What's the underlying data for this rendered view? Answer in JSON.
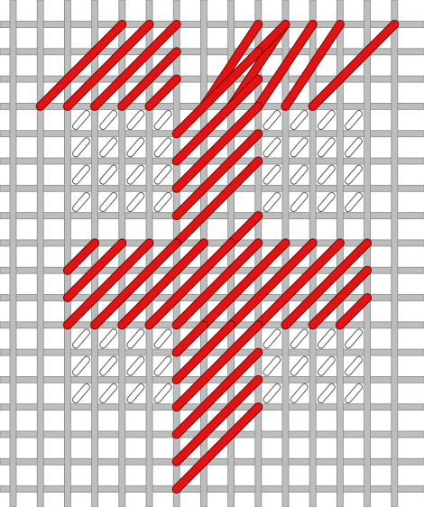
{
  "canvas": {
    "background": "#ffffff"
  },
  "canvas_mesh": {
    "thread_color": "#bdbdbd",
    "thread_outline": "#8a8a8a",
    "vertical_threads": 15,
    "horizontal_threads": 18
  },
  "stitch_colors": {
    "red_fill": "#e01414",
    "red_outline": "#7a0000",
    "white_fill": "#ffffff",
    "white_outline": "#555555"
  },
  "motif": {
    "description_visible": false,
    "red_stitch_direction": "diagonal-up-right",
    "white_stitch_direction": "diagonal-up-right"
  }
}
